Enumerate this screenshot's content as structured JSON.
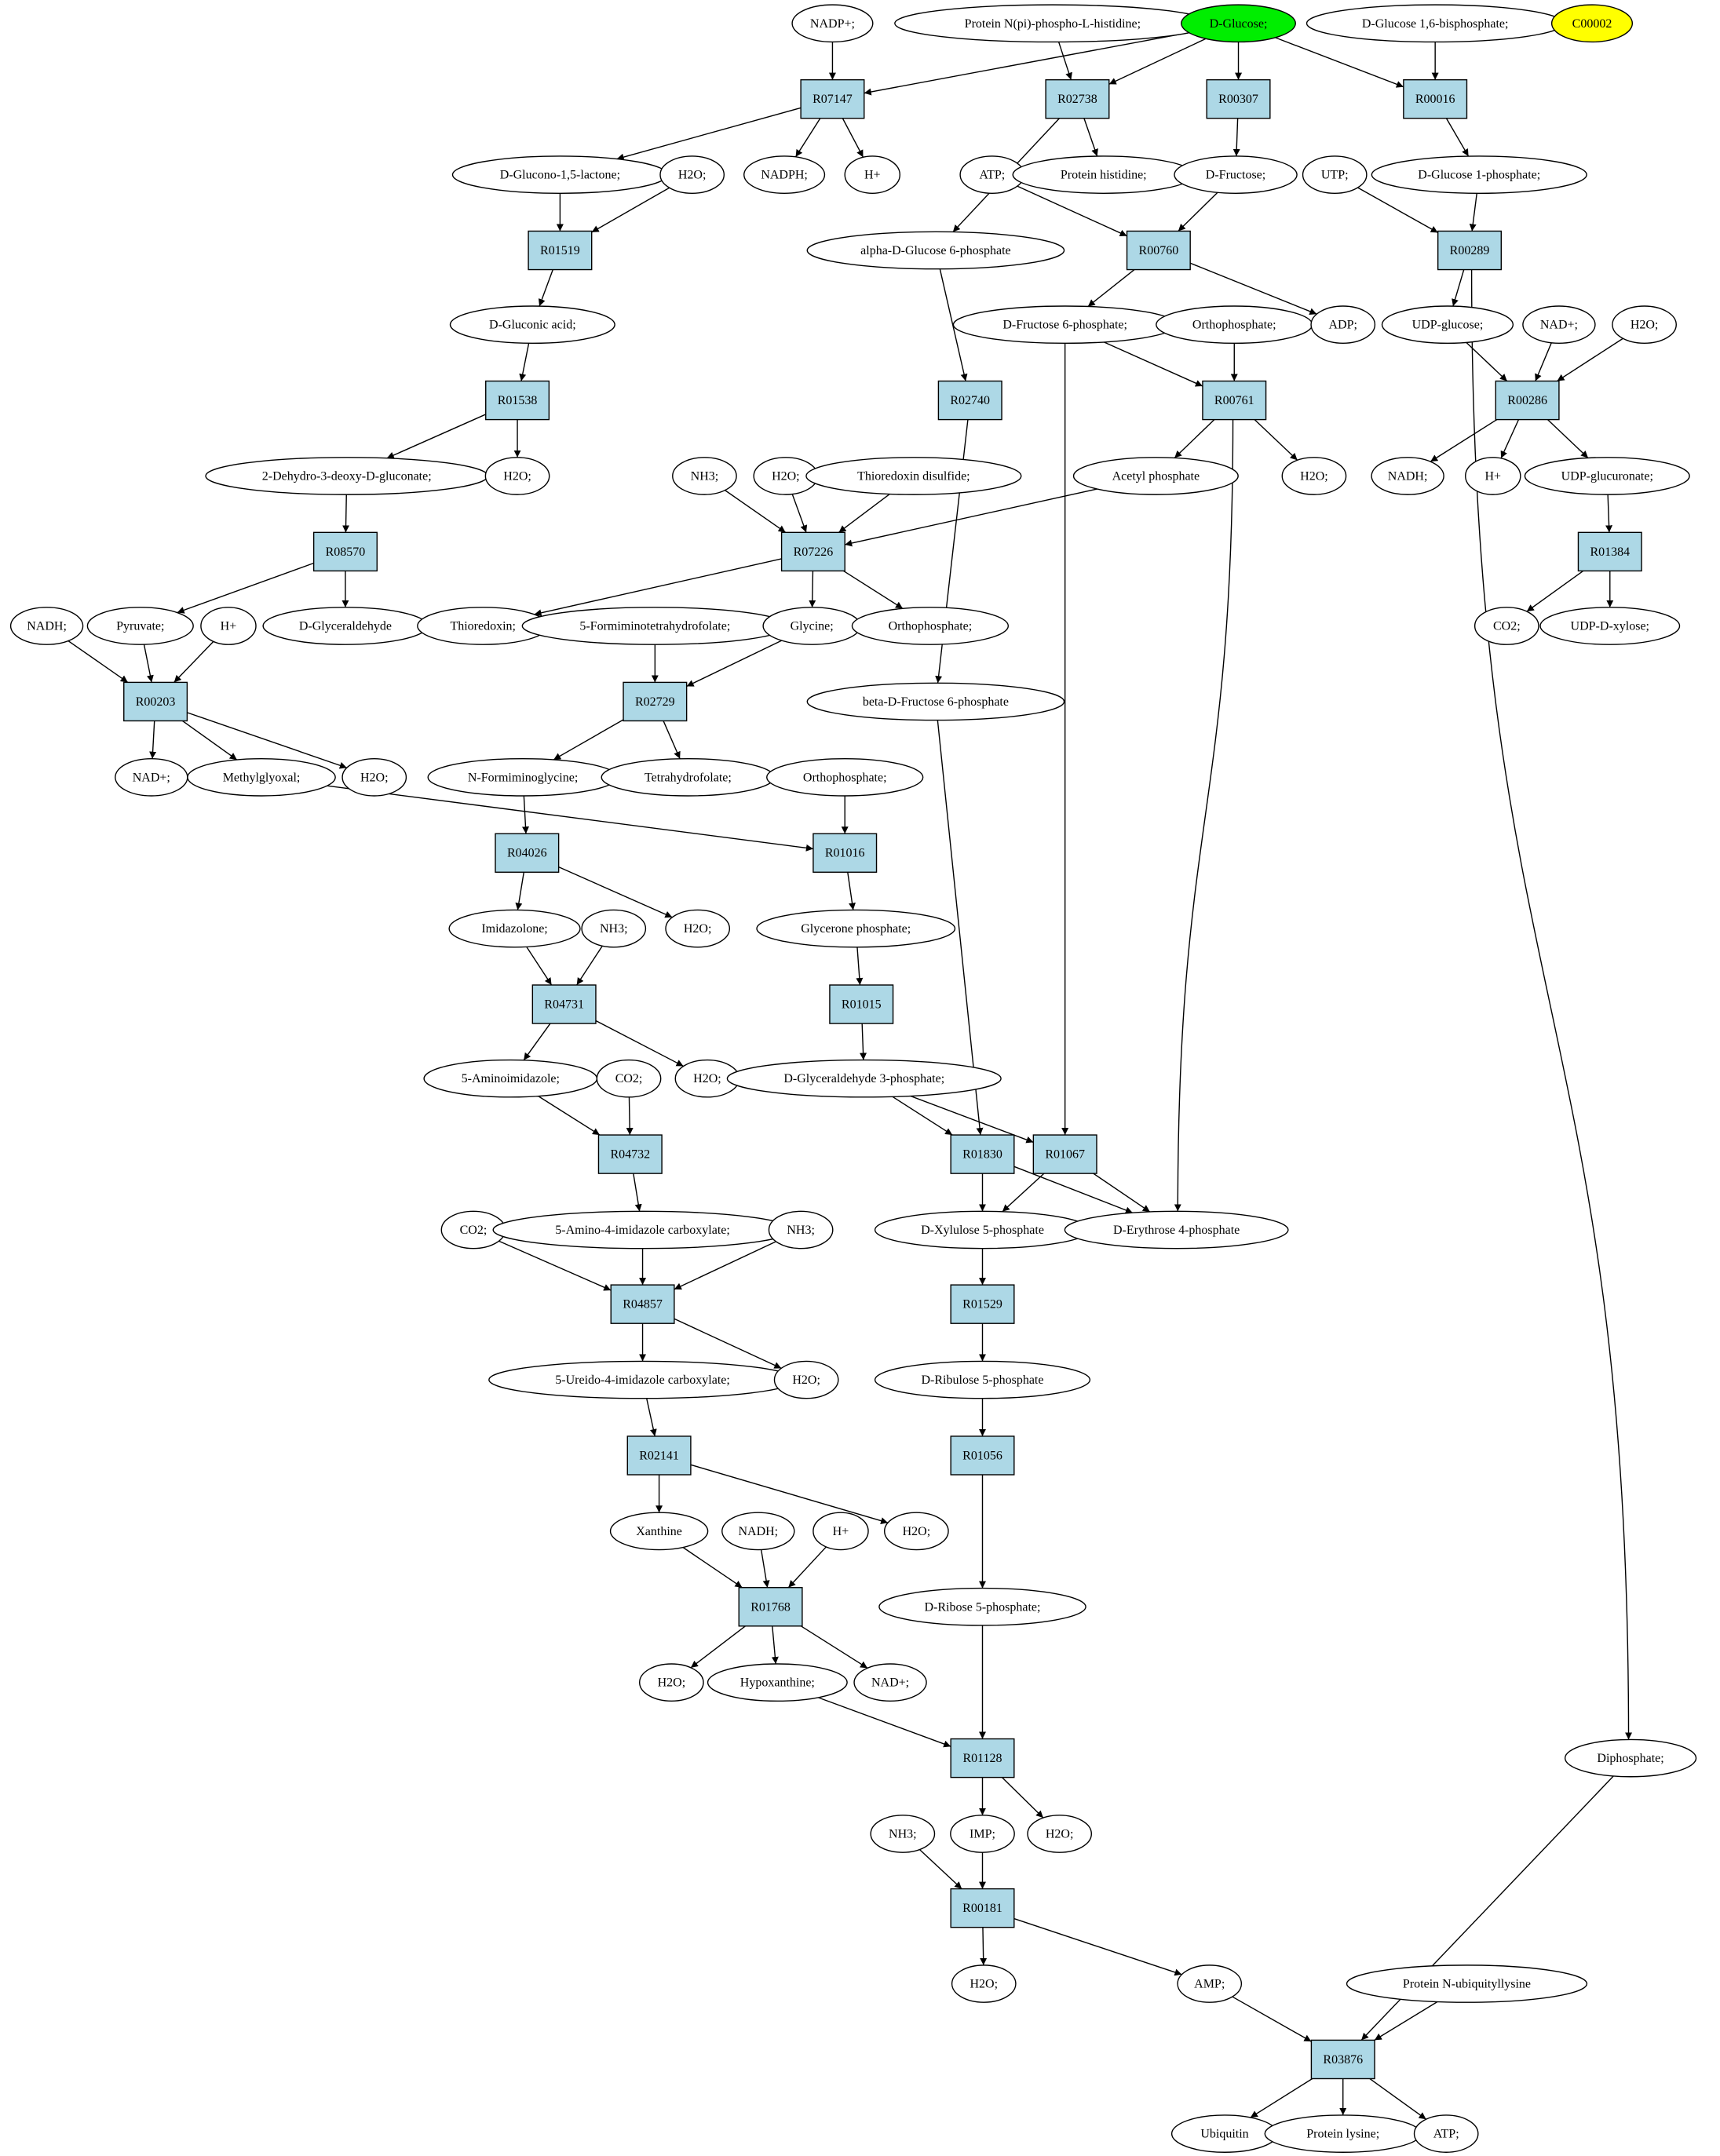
{
  "colors": {
    "reaction_fill": "#add8e6",
    "compound_fill": "#ffffff",
    "highlight_fill": "#00ee00",
    "marker_fill": "#ffff00",
    "edge": "#000000"
  },
  "nodes": [
    {
      "id": "n1",
      "label": "NADP+;",
      "shape": "ellipse",
      "style": "compound"
    },
    {
      "id": "n2",
      "label": "Protein N(pi)-phospho-L-histidine;",
      "shape": "ellipse",
      "style": "compound"
    },
    {
      "id": "n3",
      "label": "D-Glucose;",
      "shape": "ellipse",
      "style": "highlight"
    },
    {
      "id": "n4",
      "label": "D-Glucose 1,6-bisphosphate;",
      "shape": "ellipse",
      "style": "compound"
    },
    {
      "id": "n5",
      "label": "C00002",
      "shape": "ellipse",
      "style": "marker"
    },
    {
      "id": "n6",
      "label": "R07147",
      "shape": "box",
      "style": "reaction"
    },
    {
      "id": "n7",
      "label": "R02738",
      "shape": "box",
      "style": "reaction"
    },
    {
      "id": "n8",
      "label": "R00307",
      "shape": "box",
      "style": "reaction"
    },
    {
      "id": "n9",
      "label": "R00016",
      "shape": "box",
      "style": "reaction"
    },
    {
      "id": "n10",
      "label": "D-Glucono-1,5-lactone;",
      "shape": "ellipse",
      "style": "compound"
    },
    {
      "id": "n11",
      "label": "H2O;",
      "shape": "ellipse",
      "style": "compound"
    },
    {
      "id": "n12",
      "label": "NADPH;",
      "shape": "ellipse",
      "style": "compound"
    },
    {
      "id": "n13",
      "label": "H+",
      "shape": "ellipse",
      "style": "compound"
    },
    {
      "id": "n14",
      "label": "ATP;",
      "shape": "ellipse",
      "style": "compound"
    },
    {
      "id": "n15",
      "label": "Protein histidine;",
      "shape": "ellipse",
      "style": "compound"
    },
    {
      "id": "n16",
      "label": "D-Fructose;",
      "shape": "ellipse",
      "style": "compound"
    },
    {
      "id": "n17",
      "label": "UTP;",
      "shape": "ellipse",
      "style": "compound"
    },
    {
      "id": "n18",
      "label": "D-Glucose 1-phosphate;",
      "shape": "ellipse",
      "style": "compound"
    },
    {
      "id": "n19",
      "label": "R01519",
      "shape": "box",
      "style": "reaction"
    },
    {
      "id": "n20",
      "label": "alpha-D-Glucose 6-phosphate",
      "shape": "ellipse",
      "style": "compound"
    },
    {
      "id": "n21",
      "label": "R00760",
      "shape": "box",
      "style": "reaction"
    },
    {
      "id": "n22",
      "label": "R00289",
      "shape": "box",
      "style": "reaction"
    },
    {
      "id": "n23",
      "label": "D-Gluconic acid;",
      "shape": "ellipse",
      "style": "compound"
    },
    {
      "id": "n24",
      "label": "D-Fructose 6-phosphate;",
      "shape": "ellipse",
      "style": "compound"
    },
    {
      "id": "n25",
      "label": "Orthophosphate;",
      "shape": "ellipse",
      "style": "compound"
    },
    {
      "id": "n26",
      "label": "ADP;",
      "shape": "ellipse",
      "style": "compound"
    },
    {
      "id": "n27",
      "label": "UDP-glucose;",
      "shape": "ellipse",
      "style": "compound"
    },
    {
      "id": "n28",
      "label": "NAD+;",
      "shape": "ellipse",
      "style": "compound"
    },
    {
      "id": "n29",
      "label": "H2O;",
      "shape": "ellipse",
      "style": "compound"
    },
    {
      "id": "n30",
      "label": "R01538",
      "shape": "box",
      "style": "reaction"
    },
    {
      "id": "n31",
      "label": "R02740",
      "shape": "box",
      "style": "reaction"
    },
    {
      "id": "n32",
      "label": "R00761",
      "shape": "box",
      "style": "reaction"
    },
    {
      "id": "n33",
      "label": "R00286",
      "shape": "box",
      "style": "reaction"
    },
    {
      "id": "n34",
      "label": "2-Dehydro-3-deoxy-D-gluconate;",
      "shape": "ellipse",
      "style": "compound"
    },
    {
      "id": "n35",
      "label": "H2O;",
      "shape": "ellipse",
      "style": "compound"
    },
    {
      "id": "n36",
      "label": "NH3;",
      "shape": "ellipse",
      "style": "compound"
    },
    {
      "id": "n37",
      "label": "H2O;",
      "shape": "ellipse",
      "style": "compound"
    },
    {
      "id": "n38",
      "label": "Thioredoxin disulfide;",
      "shape": "ellipse",
      "style": "compound"
    },
    {
      "id": "n39",
      "label": "Acetyl phosphate",
      "shape": "ellipse",
      "style": "compound"
    },
    {
      "id": "n40",
      "label": "H2O;",
      "shape": "ellipse",
      "style": "compound"
    },
    {
      "id": "n41",
      "label": "NADH;",
      "shape": "ellipse",
      "style": "compound"
    },
    {
      "id": "n42",
      "label": "H+",
      "shape": "ellipse",
      "style": "compound"
    },
    {
      "id": "n43",
      "label": "UDP-glucuronate;",
      "shape": "ellipse",
      "style": "compound"
    },
    {
      "id": "n44",
      "label": "R08570",
      "shape": "box",
      "style": "reaction"
    },
    {
      "id": "n45",
      "label": "R07226",
      "shape": "box",
      "style": "reaction"
    },
    {
      "id": "n46",
      "label": "R01384",
      "shape": "box",
      "style": "reaction"
    },
    {
      "id": "n47",
      "label": "NADH;",
      "shape": "ellipse",
      "style": "compound"
    },
    {
      "id": "n48",
      "label": "Pyruvate;",
      "shape": "ellipse",
      "style": "compound"
    },
    {
      "id": "n49",
      "label": "H+",
      "shape": "ellipse",
      "style": "compound"
    },
    {
      "id": "n50",
      "label": "D-Glyceraldehyde",
      "shape": "ellipse",
      "style": "compound"
    },
    {
      "id": "n51",
      "label": "Thioredoxin;",
      "shape": "ellipse",
      "style": "compound"
    },
    {
      "id": "n52",
      "label": "5-Formiminotetrahydrofolate;",
      "shape": "ellipse",
      "style": "compound"
    },
    {
      "id": "n53",
      "label": "Glycine;",
      "shape": "ellipse",
      "style": "compound"
    },
    {
      "id": "n54",
      "label": "Orthophosphate;",
      "shape": "ellipse",
      "style": "compound"
    },
    {
      "id": "n55",
      "label": "CO2;",
      "shape": "ellipse",
      "style": "compound"
    },
    {
      "id": "n56",
      "label": "UDP-D-xylose;",
      "shape": "ellipse",
      "style": "compound"
    },
    {
      "id": "n57",
      "label": "R00203",
      "shape": "box",
      "style": "reaction"
    },
    {
      "id": "n58",
      "label": "R02729",
      "shape": "box",
      "style": "reaction"
    },
    {
      "id": "n59",
      "label": "beta-D-Fructose 6-phosphate",
      "shape": "ellipse",
      "style": "compound"
    },
    {
      "id": "n60",
      "label": "NAD+;",
      "shape": "ellipse",
      "style": "compound"
    },
    {
      "id": "n61",
      "label": "Methylglyoxal;",
      "shape": "ellipse",
      "style": "compound"
    },
    {
      "id": "n62",
      "label": "H2O;",
      "shape": "ellipse",
      "style": "compound"
    },
    {
      "id": "n63",
      "label": "N-Formiminoglycine;",
      "shape": "ellipse",
      "style": "compound"
    },
    {
      "id": "n64",
      "label": "Tetrahydrofolate;",
      "shape": "ellipse",
      "style": "compound"
    },
    {
      "id": "n65",
      "label": "Orthophosphate;",
      "shape": "ellipse",
      "style": "compound"
    },
    {
      "id": "n66",
      "label": "R04026",
      "shape": "box",
      "style": "reaction"
    },
    {
      "id": "n67",
      "label": "R01016",
      "shape": "box",
      "style": "reaction"
    },
    {
      "id": "n68",
      "label": "Imidazolone;",
      "shape": "ellipse",
      "style": "compound"
    },
    {
      "id": "n69",
      "label": "NH3;",
      "shape": "ellipse",
      "style": "compound"
    },
    {
      "id": "n70",
      "label": "H2O;",
      "shape": "ellipse",
      "style": "compound"
    },
    {
      "id": "n71",
      "label": "Glycerone phosphate;",
      "shape": "ellipse",
      "style": "compound"
    },
    {
      "id": "n72",
      "label": "R04731",
      "shape": "box",
      "style": "reaction"
    },
    {
      "id": "n73",
      "label": "R01015",
      "shape": "box",
      "style": "reaction"
    },
    {
      "id": "n74",
      "label": "5-Aminoimidazole;",
      "shape": "ellipse",
      "style": "compound"
    },
    {
      "id": "n75",
      "label": "CO2;",
      "shape": "ellipse",
      "style": "compound"
    },
    {
      "id": "n76",
      "label": "H2O;",
      "shape": "ellipse",
      "style": "compound"
    },
    {
      "id": "n77",
      "label": "D-Glyceraldehyde 3-phosphate;",
      "shape": "ellipse",
      "style": "compound"
    },
    {
      "id": "n78",
      "label": "R04732",
      "shape": "box",
      "style": "reaction"
    },
    {
      "id": "n79",
      "label": "R01830",
      "shape": "box",
      "style": "reaction"
    },
    {
      "id": "n80",
      "label": "R01067",
      "shape": "box",
      "style": "reaction"
    },
    {
      "id": "n81",
      "label": "CO2;",
      "shape": "ellipse",
      "style": "compound"
    },
    {
      "id": "n82",
      "label": "5-Amino-4-imidazole carboxylate;",
      "shape": "ellipse",
      "style": "compound"
    },
    {
      "id": "n83",
      "label": "NH3;",
      "shape": "ellipse",
      "style": "compound"
    },
    {
      "id": "n84",
      "label": "D-Xylulose 5-phosphate",
      "shape": "ellipse",
      "style": "compound"
    },
    {
      "id": "n85",
      "label": "D-Erythrose 4-phosphate",
      "shape": "ellipse",
      "style": "compound"
    },
    {
      "id": "n86",
      "label": "R04857",
      "shape": "box",
      "style": "reaction"
    },
    {
      "id": "n87",
      "label": "R01529",
      "shape": "box",
      "style": "reaction"
    },
    {
      "id": "n88",
      "label": "5-Ureido-4-imidazole carboxylate;",
      "shape": "ellipse",
      "style": "compound"
    },
    {
      "id": "n89",
      "label": "H2O;",
      "shape": "ellipse",
      "style": "compound"
    },
    {
      "id": "n90",
      "label": "D-Ribulose 5-phosphate",
      "shape": "ellipse",
      "style": "compound"
    },
    {
      "id": "n91",
      "label": "R02141",
      "shape": "box",
      "style": "reaction"
    },
    {
      "id": "n92",
      "label": "R01056",
      "shape": "box",
      "style": "reaction"
    },
    {
      "id": "n93",
      "label": "Xanthine",
      "shape": "ellipse",
      "style": "compound"
    },
    {
      "id": "n94",
      "label": "NADH;",
      "shape": "ellipse",
      "style": "compound"
    },
    {
      "id": "n95",
      "label": "H+",
      "shape": "ellipse",
      "style": "compound"
    },
    {
      "id": "n96",
      "label": "H2O;",
      "shape": "ellipse",
      "style": "compound"
    },
    {
      "id": "n97",
      "label": "R01768",
      "shape": "box",
      "style": "reaction"
    },
    {
      "id": "n98",
      "label": "D-Ribose 5-phosphate;",
      "shape": "ellipse",
      "style": "compound"
    },
    {
      "id": "n99",
      "label": "H2O;",
      "shape": "ellipse",
      "style": "compound"
    },
    {
      "id": "n100",
      "label": "Hypoxanthine;",
      "shape": "ellipse",
      "style": "compound"
    },
    {
      "id": "n101",
      "label": "NAD+;",
      "shape": "ellipse",
      "style": "compound"
    },
    {
      "id": "n102",
      "label": "Diphosphate;",
      "shape": "ellipse",
      "style": "compound"
    },
    {
      "id": "n103",
      "label": "R01128",
      "shape": "box",
      "style": "reaction"
    },
    {
      "id": "n104",
      "label": "NH3;",
      "shape": "ellipse",
      "style": "compound"
    },
    {
      "id": "n105",
      "label": "IMP;",
      "shape": "ellipse",
      "style": "compound"
    },
    {
      "id": "n106",
      "label": "H2O;",
      "shape": "ellipse",
      "style": "compound"
    },
    {
      "id": "n107",
      "label": "R00181",
      "shape": "box",
      "style": "reaction"
    },
    {
      "id": "n108",
      "label": "H2O;",
      "shape": "ellipse",
      "style": "compound"
    },
    {
      "id": "n109",
      "label": "AMP;",
      "shape": "ellipse",
      "style": "compound"
    },
    {
      "id": "n110",
      "label": "Protein N-ubiquityllysine",
      "shape": "ellipse",
      "style": "compound"
    },
    {
      "id": "n111",
      "label": "R03876",
      "shape": "box",
      "style": "reaction"
    },
    {
      "id": "n112",
      "label": "Ubiquitin",
      "shape": "ellipse",
      "style": "compound"
    },
    {
      "id": "n113",
      "label": "Protein lysine;",
      "shape": "ellipse",
      "style": "compound"
    },
    {
      "id": "n114",
      "label": "ATP;",
      "shape": "ellipse",
      "style": "compound"
    }
  ],
  "edges": [
    [
      "n1",
      "n6"
    ],
    [
      "n3",
      "n6"
    ],
    [
      "n6",
      "n10"
    ],
    [
      "n6",
      "n12"
    ],
    [
      "n6",
      "n13"
    ],
    [
      "n2",
      "n7"
    ],
    [
      "n3",
      "n7"
    ],
    [
      "n7",
      "n20"
    ],
    [
      "n7",
      "n15"
    ],
    [
      "n3",
      "n8"
    ],
    [
      "n8",
      "n16"
    ],
    [
      "n3",
      "n9"
    ],
    [
      "n4",
      "n9"
    ],
    [
      "n9",
      "n18"
    ],
    [
      "n10",
      "n19"
    ],
    [
      "n11",
      "n19"
    ],
    [
      "n19",
      "n23"
    ],
    [
      "n23",
      "n30"
    ],
    [
      "n30",
      "n34"
    ],
    [
      "n30",
      "n35"
    ],
    [
      "n34",
      "n44"
    ],
    [
      "n44",
      "n48"
    ],
    [
      "n44",
      "n50"
    ],
    [
      "n47",
      "n57"
    ],
    [
      "n48",
      "n57"
    ],
    [
      "n49",
      "n57"
    ],
    [
      "n57",
      "n60"
    ],
    [
      "n57",
      "n61"
    ],
    [
      "n57",
      "n62"
    ],
    [
      "n14",
      "n21"
    ],
    [
      "n16",
      "n21"
    ],
    [
      "n21",
      "n24"
    ],
    [
      "n21",
      "n26"
    ],
    [
      "n24",
      "n32"
    ],
    [
      "n25",
      "n32"
    ],
    [
      "n32",
      "n39"
    ],
    [
      "n32",
      "n40"
    ],
    [
      "n32",
      "n85"
    ],
    [
      "n24",
      "n80"
    ],
    [
      "n20",
      "n31"
    ],
    [
      "n31",
      "n59"
    ],
    [
      "n17",
      "n22"
    ],
    [
      "n18",
      "n22"
    ],
    [
      "n22",
      "n27"
    ],
    [
      "n22",
      "n102"
    ],
    [
      "n27",
      "n33"
    ],
    [
      "n28",
      "n33"
    ],
    [
      "n29",
      "n33"
    ],
    [
      "n33",
      "n41"
    ],
    [
      "n33",
      "n42"
    ],
    [
      "n33",
      "n43"
    ],
    [
      "n43",
      "n46"
    ],
    [
      "n46",
      "n55"
    ],
    [
      "n46",
      "n56"
    ],
    [
      "n36",
      "n45"
    ],
    [
      "n37",
      "n45"
    ],
    [
      "n38",
      "n45"
    ],
    [
      "n39",
      "n45"
    ],
    [
      "n45",
      "n51"
    ],
    [
      "n45",
      "n53"
    ],
    [
      "n45",
      "n54"
    ],
    [
      "n52",
      "n58"
    ],
    [
      "n53",
      "n58"
    ],
    [
      "n58",
      "n63"
    ],
    [
      "n58",
      "n64"
    ],
    [
      "n63",
      "n66"
    ],
    [
      "n66",
      "n68"
    ],
    [
      "n66",
      "n70"
    ],
    [
      "n61",
      "n67"
    ],
    [
      "n65",
      "n67"
    ],
    [
      "n67",
      "n71"
    ],
    [
      "n71",
      "n73"
    ],
    [
      "n73",
      "n77"
    ],
    [
      "n68",
      "n72"
    ],
    [
      "n69",
      "n72"
    ],
    [
      "n72",
      "n74"
    ],
    [
      "n72",
      "n76"
    ],
    [
      "n74",
      "n78"
    ],
    [
      "n75",
      "n78"
    ],
    [
      "n78",
      "n82"
    ],
    [
      "n81",
      "n86"
    ],
    [
      "n82",
      "n86"
    ],
    [
      "n83",
      "n86"
    ],
    [
      "n86",
      "n88"
    ],
    [
      "n86",
      "n89"
    ],
    [
      "n88",
      "n91"
    ],
    [
      "n91",
      "n93"
    ],
    [
      "n91",
      "n96"
    ],
    [
      "n93",
      "n97"
    ],
    [
      "n94",
      "n97"
    ],
    [
      "n95",
      "n97"
    ],
    [
      "n97",
      "n99"
    ],
    [
      "n97",
      "n100"
    ],
    [
      "n97",
      "n101"
    ],
    [
      "n77",
      "n79"
    ],
    [
      "n59",
      "n79"
    ],
    [
      "n79",
      "n84"
    ],
    [
      "n79",
      "n85"
    ],
    [
      "n77",
      "n80"
    ],
    [
      "n80",
      "n84"
    ],
    [
      "n80",
      "n85"
    ],
    [
      "n84",
      "n87"
    ],
    [
      "n87",
      "n90"
    ],
    [
      "n90",
      "n92"
    ],
    [
      "n92",
      "n98"
    ],
    [
      "n98",
      "n103"
    ],
    [
      "n100",
      "n103"
    ],
    [
      "n103",
      "n105"
    ],
    [
      "n103",
      "n106"
    ],
    [
      "n104",
      "n107"
    ],
    [
      "n105",
      "n107"
    ],
    [
      "n107",
      "n108"
    ],
    [
      "n107",
      "n109"
    ],
    [
      "n109",
      "n111"
    ],
    [
      "n110",
      "n111"
    ],
    [
      "n102",
      "n111"
    ],
    [
      "n111",
      "n112"
    ],
    [
      "n111",
      "n113"
    ],
    [
      "n111",
      "n114"
    ]
  ]
}
